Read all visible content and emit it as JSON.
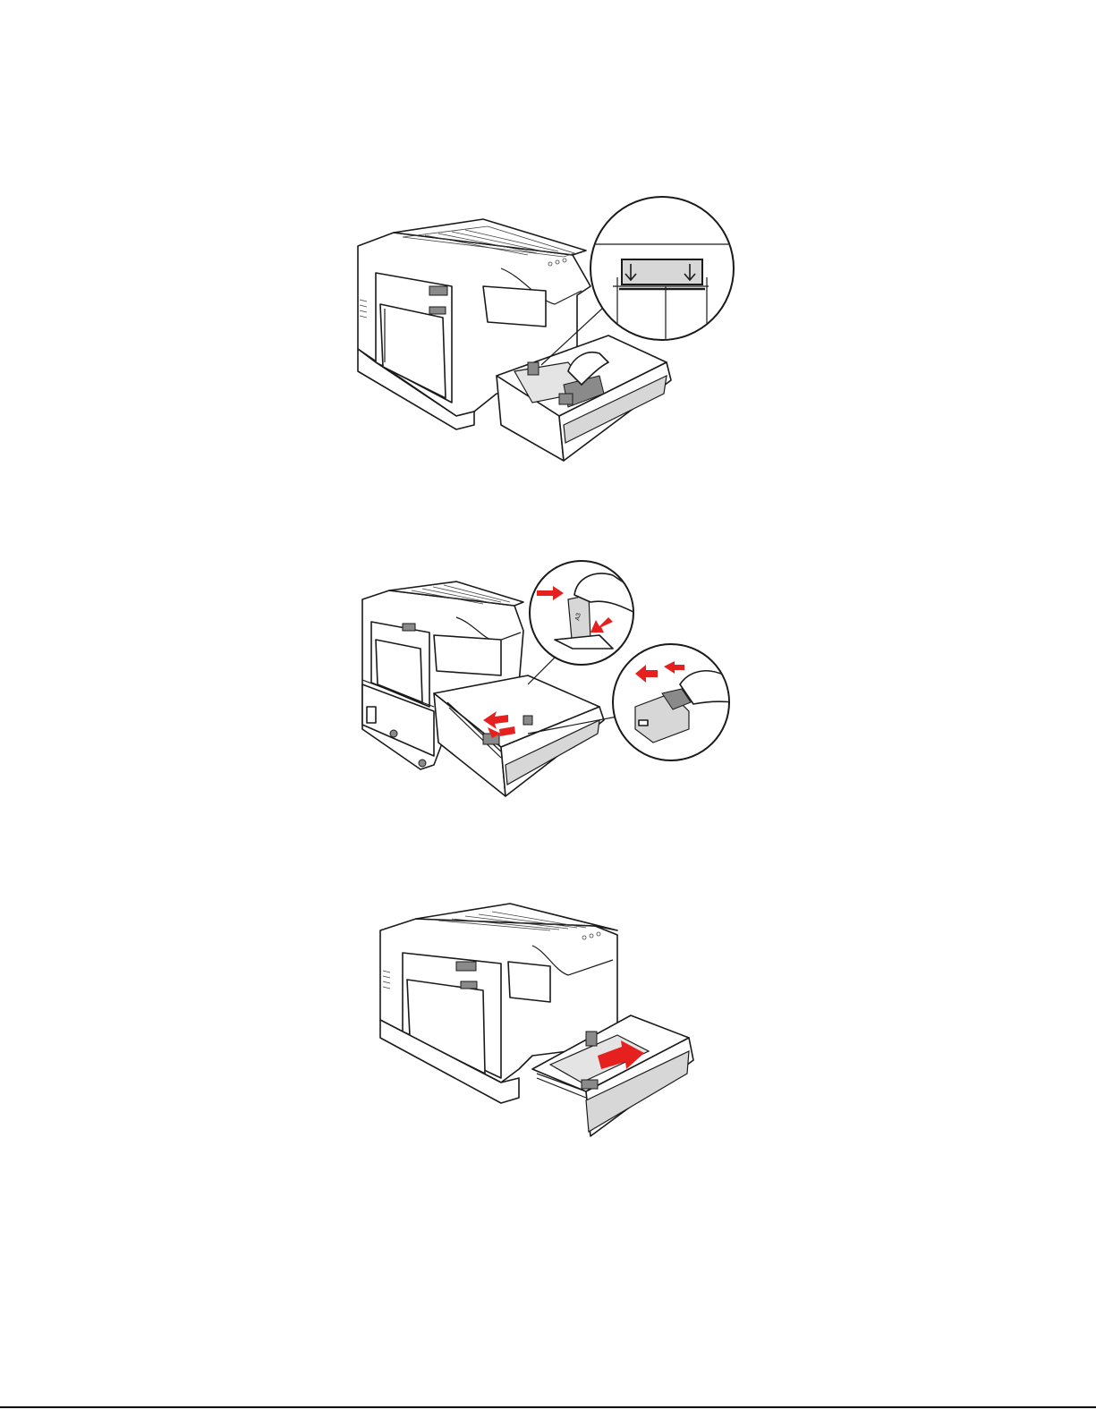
{
  "figures": [
    {
      "id": "fig1",
      "label_icons": [
        "arrow-down-icon",
        "arrow-down-icon"
      ]
    },
    {
      "id": "fig2",
      "arrow_color": "#e5201f"
    },
    {
      "id": "fig3",
      "arrow_color": "#e5201f"
    }
  ],
  "colors": {
    "accent_arrow": "#e5201f",
    "line": "#1a1a1a",
    "shade": "#d7d7d7"
  }
}
